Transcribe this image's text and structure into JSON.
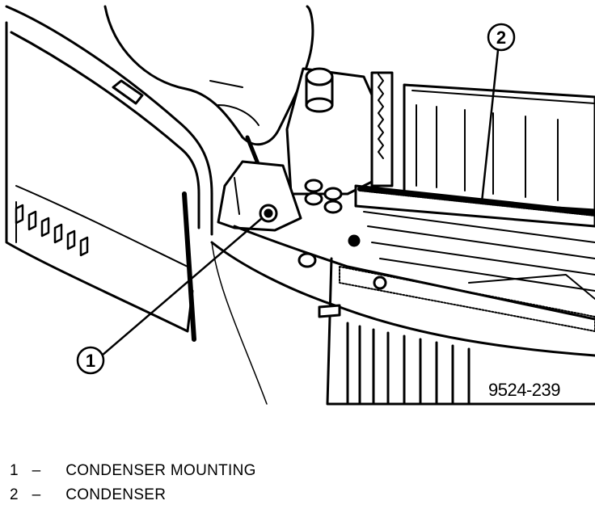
{
  "figure_id": "9524-239",
  "callouts": [
    {
      "number": "1",
      "label": "CONDENSER MOUNTING"
    },
    {
      "number": "2",
      "label": "CONDENSER"
    }
  ],
  "legend_separator": "–"
}
